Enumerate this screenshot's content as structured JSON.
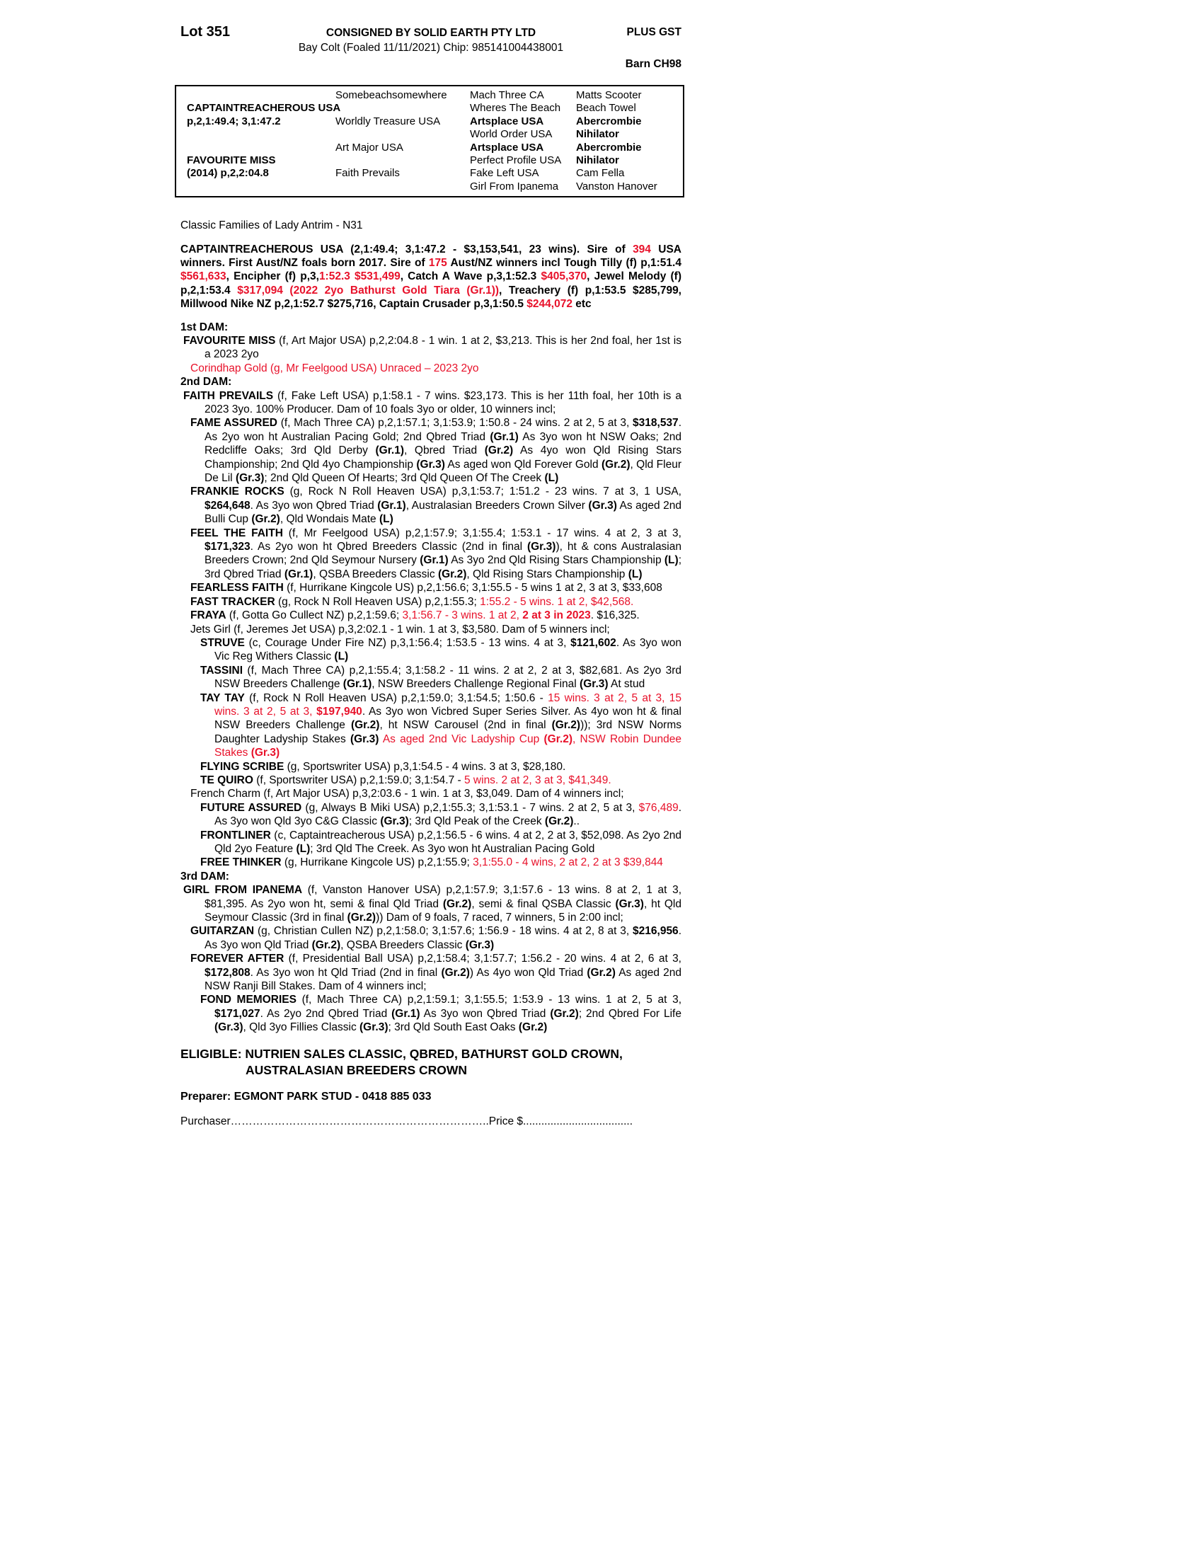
{
  "colors": {
    "red": "#e8112a",
    "text": "#000000"
  },
  "header": {
    "lot": "Lot 351",
    "consignor": "CONSIGNED BY SOLID EARTH PTY LTD",
    "plus_gst": "PLUS GST",
    "foaling": "Bay Colt (Foaled 11/11/2021) Chip: 985141004438001",
    "barn": "Barn CH98"
  },
  "pedigree": {
    "columns": [
      [
        {
          "t": ""
        },
        {
          "t": "CAPTAINTREACHEROUS USA",
          "b": true
        },
        {
          "t": "p,2,1:49.4; 3,1:47.2",
          "b": true
        },
        {
          "t": ""
        },
        {
          "t": ""
        },
        {
          "t": "FAVOURITE MISS",
          "b": true
        },
        {
          "t": "(2014) p,2,2:04.8",
          "b": true
        },
        {
          "t": ""
        }
      ],
      [
        {
          "t": "Somebeachsomewhere"
        },
        {
          "t": ""
        },
        {
          "t": "Worldly Treasure USA"
        },
        {
          "t": ""
        },
        {
          "t": "Art Major USA"
        },
        {
          "t": ""
        },
        {
          "t": "Faith Prevails"
        },
        {
          "t": ""
        }
      ],
      [
        {
          "t": "Mach Three CA"
        },
        {
          "t": "Wheres The Beach"
        },
        {
          "t": "Artsplace USA",
          "b": true
        },
        {
          "t": "World Order USA"
        },
        {
          "t": "Artsplace USA",
          "b": true
        },
        {
          "t": "Perfect Profile USA"
        },
        {
          "t": "Fake Left USA"
        },
        {
          "t": "Girl From Ipanema"
        }
      ],
      [
        {
          "t": "Matts Scooter"
        },
        {
          "t": "Beach Towel"
        },
        {
          "t": "Abercrombie",
          "b": true
        },
        {
          "t": "Nihilator",
          "b": true
        },
        {
          "t": "Abercrombie",
          "b": true
        },
        {
          "t": "Nihilator",
          "b": true
        },
        {
          "t": "Cam Fella"
        },
        {
          "t": "Vanston Hanover"
        }
      ]
    ]
  },
  "paragraphs": [
    {
      "name": "classic-families-line",
      "first": 0,
      "cont": 0,
      "gap": 0,
      "runs": [
        {
          "t": "Classic Families of Lady Antrim - N31"
        }
      ]
    },
    {
      "name": "sire-summary",
      "first": 0,
      "cont": 0,
      "gap": 14,
      "runs": [
        {
          "t": "CAPTAINTREACHEROUS USA (2,1:49.4; 3,1:47.2 - $3,153,541, 23 wins). Sire of ",
          "b": true
        },
        {
          "t": "394",
          "b": true,
          "r": true
        },
        {
          "t": " USA winners. First Aust/NZ foals born 2017. Sire of ",
          "b": true
        },
        {
          "t": "175",
          "b": true,
          "r": true
        },
        {
          "t": " Aust/NZ winners incl Tough Tilly (f) p,1:51.4 ",
          "b": true
        },
        {
          "t": "$561,633",
          "b": true,
          "r": true
        },
        {
          "t": ", Encipher (f) p,3,",
          "b": true
        },
        {
          "t": "1:52.3 $531,499",
          "b": true,
          "r": true
        },
        {
          "t": ", Catch A Wave p,3,1:52.3 ",
          "b": true
        },
        {
          "t": "$405,370",
          "b": true,
          "r": true
        },
        {
          "t": ", Jewel Melody (f) p,2,1:53.4 ",
          "b": true
        },
        {
          "t": "$317,094 (2022 2yo Bathurst Gold Tiara (Gr.1))",
          "b": true,
          "r": true
        },
        {
          "t": ", Treachery (f) p,1:53.5 $285,799, Millwood Nike NZ p,2,1:52.7 $275,716, Captain Crusader p,3,1:50.5 ",
          "b": true
        },
        {
          "t": "$244,072",
          "b": true,
          "r": true
        },
        {
          "t": " etc",
          "b": true
        }
      ]
    },
    {
      "name": "first-dam-heading",
      "first": 0,
      "cont": 0,
      "gap": 13,
      "runs": [
        {
          "t": "1st DAM:",
          "b": true
        }
      ]
    },
    {
      "name": "favourite-miss",
      "first": 4,
      "cont": 34,
      "gap": 0,
      "runs": [
        {
          "t": "FAVOURITE MISS",
          "b": true
        },
        {
          "t": " (f, Art Major USA) p,2,2:04.8 - 1 win. 1 at 2, $3,213. This is her 2nd foal, her 1st is a 2023 2yo"
        }
      ]
    },
    {
      "name": "corindhap-gold",
      "first": 14,
      "cont": 34,
      "gap": 0,
      "runs": [
        {
          "t": "Corindhap Gold (g, Mr Feelgood USA) Unraced – 2023 2yo",
          "r": true
        }
      ]
    },
    {
      "name": "second-dam-heading",
      "first": 0,
      "cont": 0,
      "gap": 0,
      "runs": [
        {
          "t": "2nd DAM:",
          "b": true
        }
      ]
    },
    {
      "name": "faith-prevails",
      "first": 4,
      "cont": 34,
      "gap": 0,
      "runs": [
        {
          "t": "FAITH PREVAILS",
          "b": true
        },
        {
          "t": " (f, Fake Left USA) p,1:58.1 - 7 wins. $23,173. This is her 11th foal, her 10th is a 2023 3yo. 100% Producer. Dam of 10 foals 3yo or older, 10 winners incl;"
        }
      ]
    },
    {
      "name": "fame-assured",
      "first": 14,
      "cont": 34,
      "gap": 0,
      "runs": [
        {
          "t": "FAME ASSURED",
          "b": true
        },
        {
          "t": " (f, Mach Three CA) p,2,1:57.1; 3,1:53.9; 1:50.8 - 24 wins. 2 at 2, 5 at 3, "
        },
        {
          "t": "$318,537",
          "b": true
        },
        {
          "t": ". As 2yo won ht Australian Pacing Gold; 2nd Qbred Triad "
        },
        {
          "t": "(Gr.1)",
          "b": true
        },
        {
          "t": " As 3yo won ht NSW Oaks; 2nd Redcliffe Oaks; 3rd Qld Derby "
        },
        {
          "t": "(Gr.1)",
          "b": true
        },
        {
          "t": ", Qbred Triad "
        },
        {
          "t": "(Gr.2)",
          "b": true
        },
        {
          "t": " As 4yo won Qld Rising Stars Championship; 2nd Qld 4yo Championship "
        },
        {
          "t": "(Gr.3)",
          "b": true
        },
        {
          "t": " As aged won Qld Forever Gold "
        },
        {
          "t": "(Gr.2)",
          "b": true
        },
        {
          "t": ", Qld Fleur De Lil "
        },
        {
          "t": "(Gr.3)",
          "b": true
        },
        {
          "t": "; 2nd Qld Queen Of Hearts; 3rd Qld Queen Of The Creek "
        },
        {
          "t": "(L)",
          "b": true
        }
      ]
    },
    {
      "name": "frankie-rocks",
      "first": 14,
      "cont": 34,
      "gap": 0,
      "runs": [
        {
          "t": "FRANKIE ROCKS",
          "b": true
        },
        {
          "t": " (g, Rock N Roll Heaven USA) p,3,1:53.7; 1:51.2 - 23 wins. 7 at 3, 1 USA, "
        },
        {
          "t": "$264,648",
          "b": true
        },
        {
          "t": ". As 3yo won Qbred Triad "
        },
        {
          "t": "(Gr.1)",
          "b": true
        },
        {
          "t": ", Australasian Breeders Crown Silver "
        },
        {
          "t": "(Gr.3)",
          "b": true
        },
        {
          "t": " As aged 2nd Bulli Cup "
        },
        {
          "t": "(Gr.2)",
          "b": true
        },
        {
          "t": ", Qld Wondais Mate "
        },
        {
          "t": "(L)",
          "b": true
        }
      ]
    },
    {
      "name": "feel-the-faith",
      "first": 14,
      "cont": 34,
      "gap": 0,
      "runs": [
        {
          "t": "FEEL THE FAITH",
          "b": true
        },
        {
          "t": " (f, Mr Feelgood USA) p,2,1:57.9; 3,1:55.4; 1:53.1 - 17 wins. 4 at 2, 3 at 3, "
        },
        {
          "t": "$171,323",
          "b": true
        },
        {
          "t": ". As 2yo won ht Qbred Breeders Classic (2nd in final "
        },
        {
          "t": "(Gr.3)",
          "b": true
        },
        {
          "t": "), ht & cons Australasian Breeders Crown; 2nd Qld Seymour Nursery "
        },
        {
          "t": "(Gr.1)",
          "b": true
        },
        {
          "t": " As 3yo 2nd Qld Rising Stars Championship "
        },
        {
          "t": "(L)",
          "b": true
        },
        {
          "t": "; 3rd Qbred Triad "
        },
        {
          "t": "(Gr.1)",
          "b": true
        },
        {
          "t": ", QSBA Breeders Classic "
        },
        {
          "t": "(Gr.2)",
          "b": true
        },
        {
          "t": ", Qld Rising Stars Championship "
        },
        {
          "t": "(L)",
          "b": true
        }
      ]
    },
    {
      "name": "fearless-faith",
      "first": 14,
      "cont": 34,
      "gap": 0,
      "runs": [
        {
          "t": "FEARLESS FAITH",
          "b": true
        },
        {
          "t": " (f, Hurrikane Kingcole US) p,2,1:56.6; 3,1:55.5 - 5 wins 1 at 2, 3 at 3, $33,608"
        }
      ]
    },
    {
      "name": "fast-tracker",
      "first": 14,
      "cont": 34,
      "gap": 0,
      "runs": [
        {
          "t": "FAST TRACKER",
          "b": true
        },
        {
          "t": " (g, Rock N Roll Heaven USA) p,2,1:55.3; "
        },
        {
          "t": "1:55.2 - 5 wins. 1 at 2, $42,568.",
          "r": true
        }
      ]
    },
    {
      "name": "fraya",
      "first": 14,
      "cont": 34,
      "gap": 0,
      "runs": [
        {
          "t": "FRAYA",
          "b": true
        },
        {
          "t": " (f, Gotta Go Cullect NZ) p,2,1:59.6; "
        },
        {
          "t": "3,1:56.7 - 3 wins. 1 at 2, ",
          "r": true
        },
        {
          "t": "2 at 3 in 2023",
          "b": true,
          "r": true
        },
        {
          "t": ". $16,325."
        }
      ]
    },
    {
      "name": "jets-girl",
      "first": 14,
      "cont": 34,
      "gap": 0,
      "runs": [
        {
          "t": "Jets Girl (f, Jeremes Jet USA) p,3,2:02.1 - 1 win. 1 at 3, $3,580. Dam of 5 winners incl;"
        }
      ]
    },
    {
      "name": "struve",
      "first": 28,
      "cont": 48,
      "gap": 0,
      "runs": [
        {
          "t": "STRUVE",
          "b": true
        },
        {
          "t": " (c, Courage Under Fire NZ) p,3,1:56.4; 1:53.5 - 13 wins. 4 at 3, "
        },
        {
          "t": "$121,602",
          "b": true
        },
        {
          "t": ". As 3yo won Vic Reg Withers Classic "
        },
        {
          "t": "(L)",
          "b": true
        }
      ]
    },
    {
      "name": "tassini",
      "first": 28,
      "cont": 48,
      "gap": 0,
      "runs": [
        {
          "t": "TASSINI",
          "b": true
        },
        {
          "t": " (f, Mach Three CA) p,2,1:55.4; 3,1:58.2 - 11 wins. 2 at 2, 2 at 3, $82,681. As 2yo 3rd NSW Breeders Challenge "
        },
        {
          "t": "(Gr.1)",
          "b": true
        },
        {
          "t": ", NSW Breeders Challenge Regional Final "
        },
        {
          "t": "(Gr.3)",
          "b": true
        },
        {
          "t": " At stud"
        }
      ]
    },
    {
      "name": "tay-tay",
      "first": 28,
      "cont": 48,
      "gap": 0,
      "runs": [
        {
          "t": "TAY TAY",
          "b": true
        },
        {
          "t": " (f, Rock N Roll Heaven USA) p,2,1:59.0; 3,1:54.5; 1:50.6 - "
        },
        {
          "t": "15 wins. 3 at 2, 5 at 3, 15 wins. 3 at 2, 5 at 3, ",
          "r": true
        },
        {
          "t": "$197,940",
          "b": true,
          "r": true
        },
        {
          "t": ". As 3yo won Vicbred Super Series Silver. As 4yo won ht & final NSW Breeders Challenge "
        },
        {
          "t": "(Gr.2)",
          "b": true
        },
        {
          "t": ", ht NSW Carousel (2nd in final "
        },
        {
          "t": "(Gr.2)",
          "b": true
        },
        {
          "t": ")); 3rd NSW Norms Daughter Ladyship Stakes "
        },
        {
          "t": "(Gr.3)",
          "b": true
        },
        {
          "t": " As aged 2nd Vic Ladyship Cup ",
          "r": true
        },
        {
          "t": "(Gr.2)",
          "b": true,
          "r": true
        },
        {
          "t": ", NSW Robin Dundee Stakes ",
          "r": true
        },
        {
          "t": "(Gr.3)",
          "b": true,
          "r": true
        }
      ]
    },
    {
      "name": "flying-scribe",
      "first": 28,
      "cont": 48,
      "gap": 0,
      "runs": [
        {
          "t": "FLYING SCRIBE",
          "b": true
        },
        {
          "t": " (g, Sportswriter USA) p,3,1:54.5 - 4 wins. 3 at 3, $28,180."
        }
      ]
    },
    {
      "name": "te-quiro",
      "first": 28,
      "cont": 48,
      "gap": 0,
      "runs": [
        {
          "t": "TE QUIRO",
          "b": true
        },
        {
          "t": " (f, Sportswriter USA) p,2,1:59.0; 3,1:54.7 - "
        },
        {
          "t": "5 wins. 2 at 2, 3 at 3, $41,349.",
          "r": true
        }
      ]
    },
    {
      "name": "french-charm",
      "first": 14,
      "cont": 34,
      "gap": 0,
      "runs": [
        {
          "t": "French Charm (f, Art Major USA) p,3,2:03.6 - 1 win. 1 at 3, $3,049. Dam of 4 winners incl;"
        }
      ]
    },
    {
      "name": "future-assured",
      "first": 28,
      "cont": 48,
      "gap": 0,
      "runs": [
        {
          "t": "FUTURE ASSURED",
          "b": true
        },
        {
          "t": " (g, Always B Miki USA) p,2,1:55.3; 3,1:53.1 - 7 wins. 2 at 2, 5 at 3, "
        },
        {
          "t": "$76,489",
          "r": true
        },
        {
          "t": ". As 3yo won Qld 3yo C&G Classic "
        },
        {
          "t": "(Gr.3)",
          "b": true
        },
        {
          "t": "; 3rd Qld Peak of the Creek "
        },
        {
          "t": "(Gr.2)",
          "b": true
        },
        {
          "t": ".."
        }
      ]
    },
    {
      "name": "frontliner",
      "first": 28,
      "cont": 48,
      "gap": 0,
      "runs": [
        {
          "t": "FRONTLINER",
          "b": true
        },
        {
          "t": " (c, Captaintreacherous USA) p,2,1:56.5 - 6 wins. 4 at 2, 2 at 3, $52,098. As 2yo 2nd Qld 2yo Feature "
        },
        {
          "t": "(L)",
          "b": true
        },
        {
          "t": "; 3rd Qld The Creek. As 3yo won ht Australian Pacing Gold"
        }
      ]
    },
    {
      "name": "free-thinker",
      "first": 28,
      "cont": 48,
      "gap": 0,
      "runs": [
        {
          "t": "FREE THINKER",
          "b": true
        },
        {
          "t": " (g, Hurrikane Kingcole US) p,2,1:55.9; "
        },
        {
          "t": "3,1:55.0 - 4 wins, 2 at 2, 2 at 3 $39,844",
          "r": true
        }
      ]
    },
    {
      "name": "third-dam-heading",
      "first": 0,
      "cont": 0,
      "gap": 0,
      "runs": [
        {
          "t": "3rd DAM:",
          "b": true
        }
      ]
    },
    {
      "name": "girl-from-ipanema",
      "first": 4,
      "cont": 34,
      "gap": 0,
      "runs": [
        {
          "t": "GIRL FROM IPANEMA",
          "b": true
        },
        {
          "t": " (f, Vanston Hanover USA) p,2,1:57.9; 3,1:57.6 - 13 wins. 8 at 2, 1 at 3, $81,395. As 2yo won ht, semi & final Qld Triad "
        },
        {
          "t": "(Gr.2)",
          "b": true
        },
        {
          "t": ", semi & final QSBA Classic "
        },
        {
          "t": "(Gr.3)",
          "b": true
        },
        {
          "t": ", ht Qld Seymour Classic (3rd in final "
        },
        {
          "t": "(Gr.2)",
          "b": true
        },
        {
          "t": ")) Dam of 9 foals, 7 raced, 7 winners, 5 in 2:00 incl;"
        }
      ]
    },
    {
      "name": "guitarzan",
      "first": 14,
      "cont": 34,
      "gap": 0,
      "runs": [
        {
          "t": "GUITARZAN",
          "b": true
        },
        {
          "t": " (g, Christian Cullen NZ) p,2,1:58.0; 3,1:57.6; 1:56.9 - 18 wins. 4 at 2, 8 at 3, "
        },
        {
          "t": "$216,956",
          "b": true
        },
        {
          "t": ". As 3yo won Qld Triad "
        },
        {
          "t": "(Gr.2)",
          "b": true
        },
        {
          "t": ", QSBA Breeders Classic "
        },
        {
          "t": "(Gr.3)",
          "b": true
        }
      ]
    },
    {
      "name": "forever-after",
      "first": 14,
      "cont": 34,
      "gap": 0,
      "runs": [
        {
          "t": "FOREVER AFTER",
          "b": true
        },
        {
          "t": " (f, Presidential Ball USA) p,2,1:58.4; 3,1:57.7; 1:56.2 - 20 wins. 4 at 2, 6 at 3, "
        },
        {
          "t": "$172,808",
          "b": true
        },
        {
          "t": ". As 3yo won ht Qld Triad (2nd in final "
        },
        {
          "t": "(Gr.2)",
          "b": true
        },
        {
          "t": ") As 4yo won Qld Triad "
        },
        {
          "t": "(Gr.2)",
          "b": true
        },
        {
          "t": " As aged 2nd NSW Ranji Bill Stakes. Dam of 4 winners incl;"
        }
      ]
    },
    {
      "name": "fond-memories",
      "first": 28,
      "cont": 48,
      "gap": 0,
      "runs": [
        {
          "t": "FOND MEMORIES",
          "b": true
        },
        {
          "t": " (f, Mach Three CA) p,2,1:59.1; 3,1:55.5; 1:53.9 - 13 wins. 1 at 2, 5 at 3, "
        },
        {
          "t": "$171,027",
          "b": true
        },
        {
          "t": ". As 2yo 2nd Qbred Triad "
        },
        {
          "t": "(Gr.1)",
          "b": true
        },
        {
          "t": " As 3yo won Qbred Triad "
        },
        {
          "t": "(Gr.2)",
          "b": true
        },
        {
          "t": "; 2nd Qbred For Life "
        },
        {
          "t": "(Gr.3)",
          "b": true
        },
        {
          "t": ", Qld 3yo Fillies Classic "
        },
        {
          "t": "(Gr.3)",
          "b": true
        },
        {
          "t": "; 3rd Qld South East Oaks "
        },
        {
          "t": "(Gr.2)",
          "b": true
        }
      ]
    },
    {
      "name": "eligibility-statement",
      "first": 0,
      "cont": 92,
      "gap": 16,
      "cls": "eligible",
      "runs": [
        {
          "t": "ELIGIBLE: NUTRIEN SALES CLASSIC, QBRED, BATHURST GOLD CROWN, AUSTRALASIAN BREEDERS CROWN",
          "b": true
        }
      ]
    },
    {
      "name": "preparer-line",
      "first": 0,
      "cont": 0,
      "gap": 16,
      "cls": "preparer",
      "runs": [
        {
          "t": "Preparer: EGMONT PARK STUD - 0418 885 033",
          "b": true
        }
      ]
    },
    {
      "name": "purchaser-line",
      "first": 0,
      "cont": 0,
      "gap": 16,
      "runs": [
        {
          "t": "Purchaser……………………………………………………………..Price $...................................."
        }
      ]
    }
  ]
}
